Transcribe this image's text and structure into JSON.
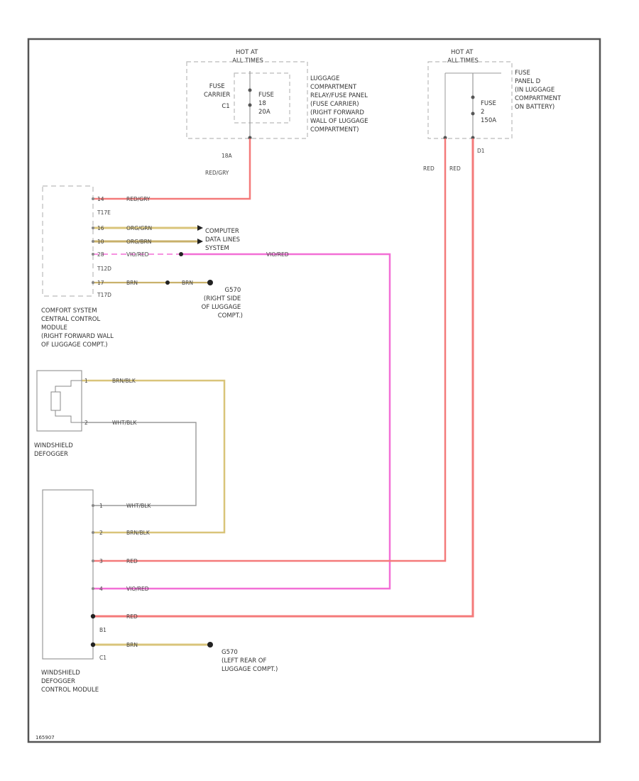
{
  "colors": {
    "border": "#555555",
    "component": "#bbbbbb",
    "red": "#f47a7a",
    "pink": "#f36fd6",
    "tan": "#d9c47a",
    "tan_dark": "#c8b06a",
    "gray": "#9a9a9a",
    "brown": "#c9b16b"
  },
  "fuse_left": {
    "hot_at_lines": [
      "HOT AT",
      "ALL TIMES"
    ],
    "carrier_lines": [
      "FUSE",
      "CARRIER",
      "C1"
    ],
    "fuse_lines": [
      "FUSE",
      "18",
      "20A"
    ],
    "location_lines": [
      "LUGGAGE",
      "COMPARTMENT",
      "RELAY/FUSE PANEL",
      "(FUSE CARRIER)",
      "(RIGHT FORWARD",
      "WALL OF LUGGAGE",
      "COMPARTMENT)"
    ]
  },
  "fuse_right": {
    "hot_at_lines": [
      "HOT AT",
      "ALL TIMES"
    ],
    "fuse_lines": [
      "FUSE",
      "2",
      "150A"
    ],
    "location_lines": [
      "FUSE",
      "PANEL D",
      "(IN LUGGAGE",
      "COMPARTMENT",
      "ON BATTERY)"
    ],
    "pin": "D1"
  },
  "comfort_module": {
    "name_lines": [
      "COMFORT SYSTEM",
      "CENTRAL CONTROL",
      "MODULE",
      "(RIGHT FORWARD WALL",
      "OF LUGGAGE COMPT.)"
    ],
    "connectors": [
      "T17E",
      "T12D",
      "T17D"
    ],
    "pins": [
      "14",
      "16",
      "10",
      "28",
      "17"
    ]
  },
  "wires": {
    "red_gry": "RED/GRY",
    "fuse_pin": "18A",
    "org_grn_1": "ORG/GRN",
    "org_brn": "ORG/BRN",
    "vio_red": "VIO/RED",
    "brn_1": "BRN",
    "brn_2": "BRN",
    "red_1": "RED",
    "red_2": "RED",
    "data_lines_lines": [
      "COMPUTER",
      "DATA LINES",
      "SYSTEM"
    ],
    "ground_1_lines": [
      "G570",
      "(RIGHT SIDE",
      "OF LUGGAGE",
      "COMPT.)"
    ],
    "brn_blk": "BRN/BLK",
    "wht_blk": "WHT/BLK",
    "wht_blk_2": "WHT/BLK",
    "brn_blk_2": "BRN/BLK",
    "red_3": "RED",
    "vio_red_2": "VIO/RED",
    "red_4": "RED",
    "brn_3": "BRN",
    "ground_2_lines": [
      "G570",
      "(LEFT REAR OF",
      "LUGGAGE COMPT.)"
    ]
  },
  "windshield_defogger": {
    "name_lines": [
      "WINDSHIELD",
      "DEFOGGER"
    ],
    "pins": [
      "1",
      "2"
    ]
  },
  "defogger_module": {
    "name_lines": [
      "WINDSHIELD",
      "DEFOGGER",
      "CONTROL MODULE"
    ],
    "pins": [
      "1",
      "2",
      "3",
      "4",
      "B1",
      "C1"
    ]
  },
  "diagram_id": "165907"
}
